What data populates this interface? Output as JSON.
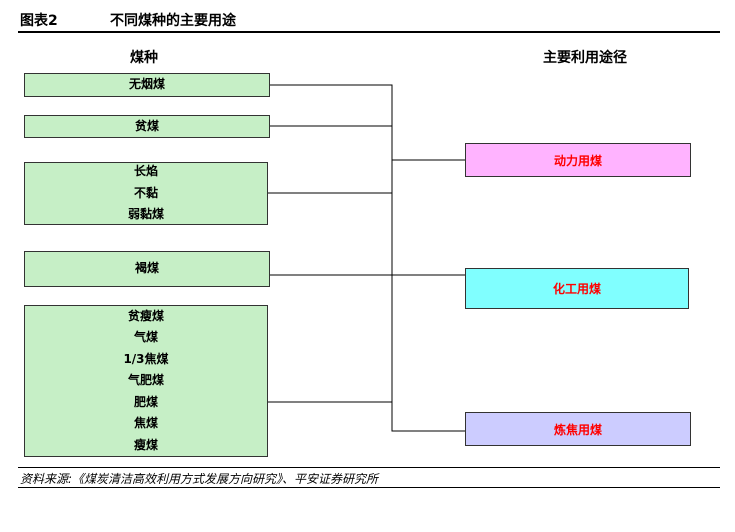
{
  "header": {
    "label": "图表2",
    "title": "不同煤种的主要用途"
  },
  "columns": {
    "left": "煤种",
    "right": "主要利用途径"
  },
  "coal_groups": [
    {
      "lines": [
        "无烟煤"
      ]
    },
    {
      "lines": [
        "贫煤"
      ]
    },
    {
      "lines": [
        "长焰",
        "不黏",
        "弱黏煤"
      ]
    },
    {
      "lines": [
        "褐煤"
      ]
    },
    {
      "lines": [
        "贫瘦煤",
        "气煤",
        "1/3焦煤",
        "气肥煤",
        "肥煤",
        "焦煤",
        "瘦煤"
      ]
    }
  ],
  "uses": [
    {
      "label": "动力用煤",
      "color": "#ffb3ff"
    },
    {
      "label": "化工用煤",
      "color": "#80ffff"
    },
    {
      "label": "炼焦用煤",
      "color": "#ccccff"
    }
  ],
  "source": "资料来源:《煤炭清洁高效利用方式发展方向研究》、平安证券研究所"
}
